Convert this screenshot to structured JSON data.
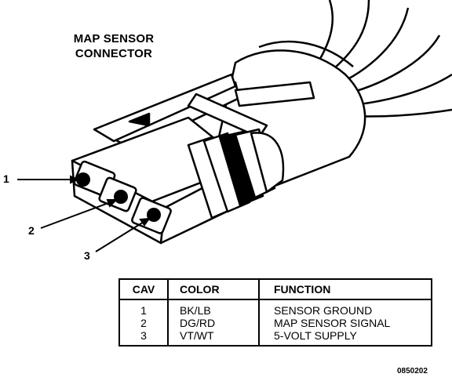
{
  "title": {
    "line1": "MAP SENSOR",
    "line2": "CONNECTOR"
  },
  "callouts": [
    "1",
    "2",
    "3"
  ],
  "table": {
    "headers": [
      "CAV",
      "COLOR",
      "FUNCTION"
    ],
    "rows": [
      {
        "cav": "1",
        "color": "BK/LB",
        "function": "SENSOR GROUND"
      },
      {
        "cav": "2",
        "color": "DG/RD",
        "function": "MAP SENSOR SIGNAL"
      },
      {
        "cav": "3",
        "color": "VT/WT",
        "function": "5-VOLT SUPPLY"
      }
    ]
  },
  "figure_id": "0850202"
}
